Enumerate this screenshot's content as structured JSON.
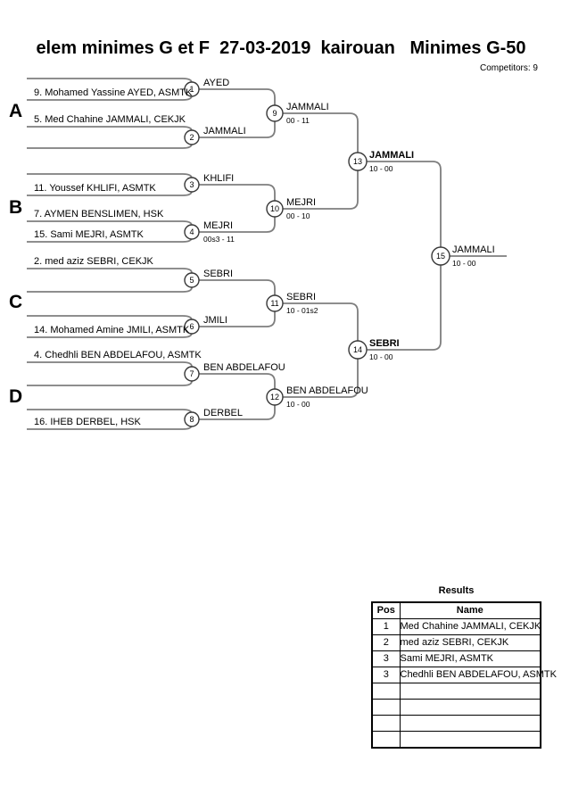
{
  "header": {
    "title": "elem minimes G et F  27-03-2019  kairouan   Minimes G-50",
    "competitors_label": "Competitors: 9"
  },
  "bracket": {
    "sections": [
      {
        "label": "A"
      },
      {
        "label": "B"
      },
      {
        "label": "C"
      },
      {
        "label": "D"
      }
    ],
    "players": [
      {
        "name": "9. Mohamed Yassine AYED, ASMTK"
      },
      {
        "name": "5. Med Chahine JAMMALI, CEKJK"
      },
      {
        "name": "11. Youssef KHLIFI, ASMTK"
      },
      {
        "name": "7. AYMEN BENSLIMEN, HSK"
      },
      {
        "name": "15. Sami MEJRI, ASMTK"
      },
      {
        "name": "2. med aziz SEBRI, CEKJK"
      },
      {
        "name": "14. Mohamed Amine JMILI, ASMTK"
      },
      {
        "name": "4. Chedhli BEN ABDELAFOU, ASMTK"
      },
      {
        "name": "16. IHEB DERBEL, HSK"
      }
    ],
    "matches": [
      {
        "number": "1",
        "winner": "AYED",
        "score": ""
      },
      {
        "number": "2",
        "winner": "JAMMALI",
        "score": ""
      },
      {
        "number": "3",
        "winner": "KHLIFI",
        "score": ""
      },
      {
        "number": "4",
        "winner": "MEJRI",
        "score": "00s3 - 11"
      },
      {
        "number": "5",
        "winner": "SEBRI",
        "score": ""
      },
      {
        "number": "6",
        "winner": "JMILI",
        "score": ""
      },
      {
        "number": "7",
        "winner": "BEN ABDELAFOU",
        "score": ""
      },
      {
        "number": "8",
        "winner": "DERBEL",
        "score": ""
      },
      {
        "number": "9",
        "winner": "JAMMALI",
        "score": "00 - 11"
      },
      {
        "number": "10",
        "winner": "MEJRI",
        "score": "00 - 10"
      },
      {
        "number": "11",
        "winner": "SEBRI",
        "score": "10 - 01s2"
      },
      {
        "number": "12",
        "winner": "BEN ABDELAFOU",
        "score": "10 - 00"
      },
      {
        "number": "13",
        "winner": "JAMMALI",
        "score": "10 - 00"
      },
      {
        "number": "14",
        "winner": "SEBRI",
        "score": "10 - 00"
      },
      {
        "number": "15",
        "winner": "JAMMALI",
        "score": "10 - 00"
      }
    ]
  },
  "results": {
    "title": "Results",
    "columns": [
      "Pos",
      "Name"
    ],
    "rows": [
      {
        "pos": "1",
        "name": "Med Chahine JAMMALI, CEKJK"
      },
      {
        "pos": "2",
        "name": "med aziz SEBRI, CEKJK"
      },
      {
        "pos": "3",
        "name": "Sami MEJRI, ASMTK"
      },
      {
        "pos": "3",
        "name": "Chedhli BEN ABDELAFOU, ASMTK"
      },
      {
        "pos": "",
        "name": ""
      },
      {
        "pos": "",
        "name": ""
      },
      {
        "pos": "",
        "name": ""
      },
      {
        "pos": "",
        "name": ""
      }
    ]
  },
  "colors": {
    "bracket_line": "#7e7e7e",
    "circle_stroke": "#383838",
    "text": "#000000"
  }
}
